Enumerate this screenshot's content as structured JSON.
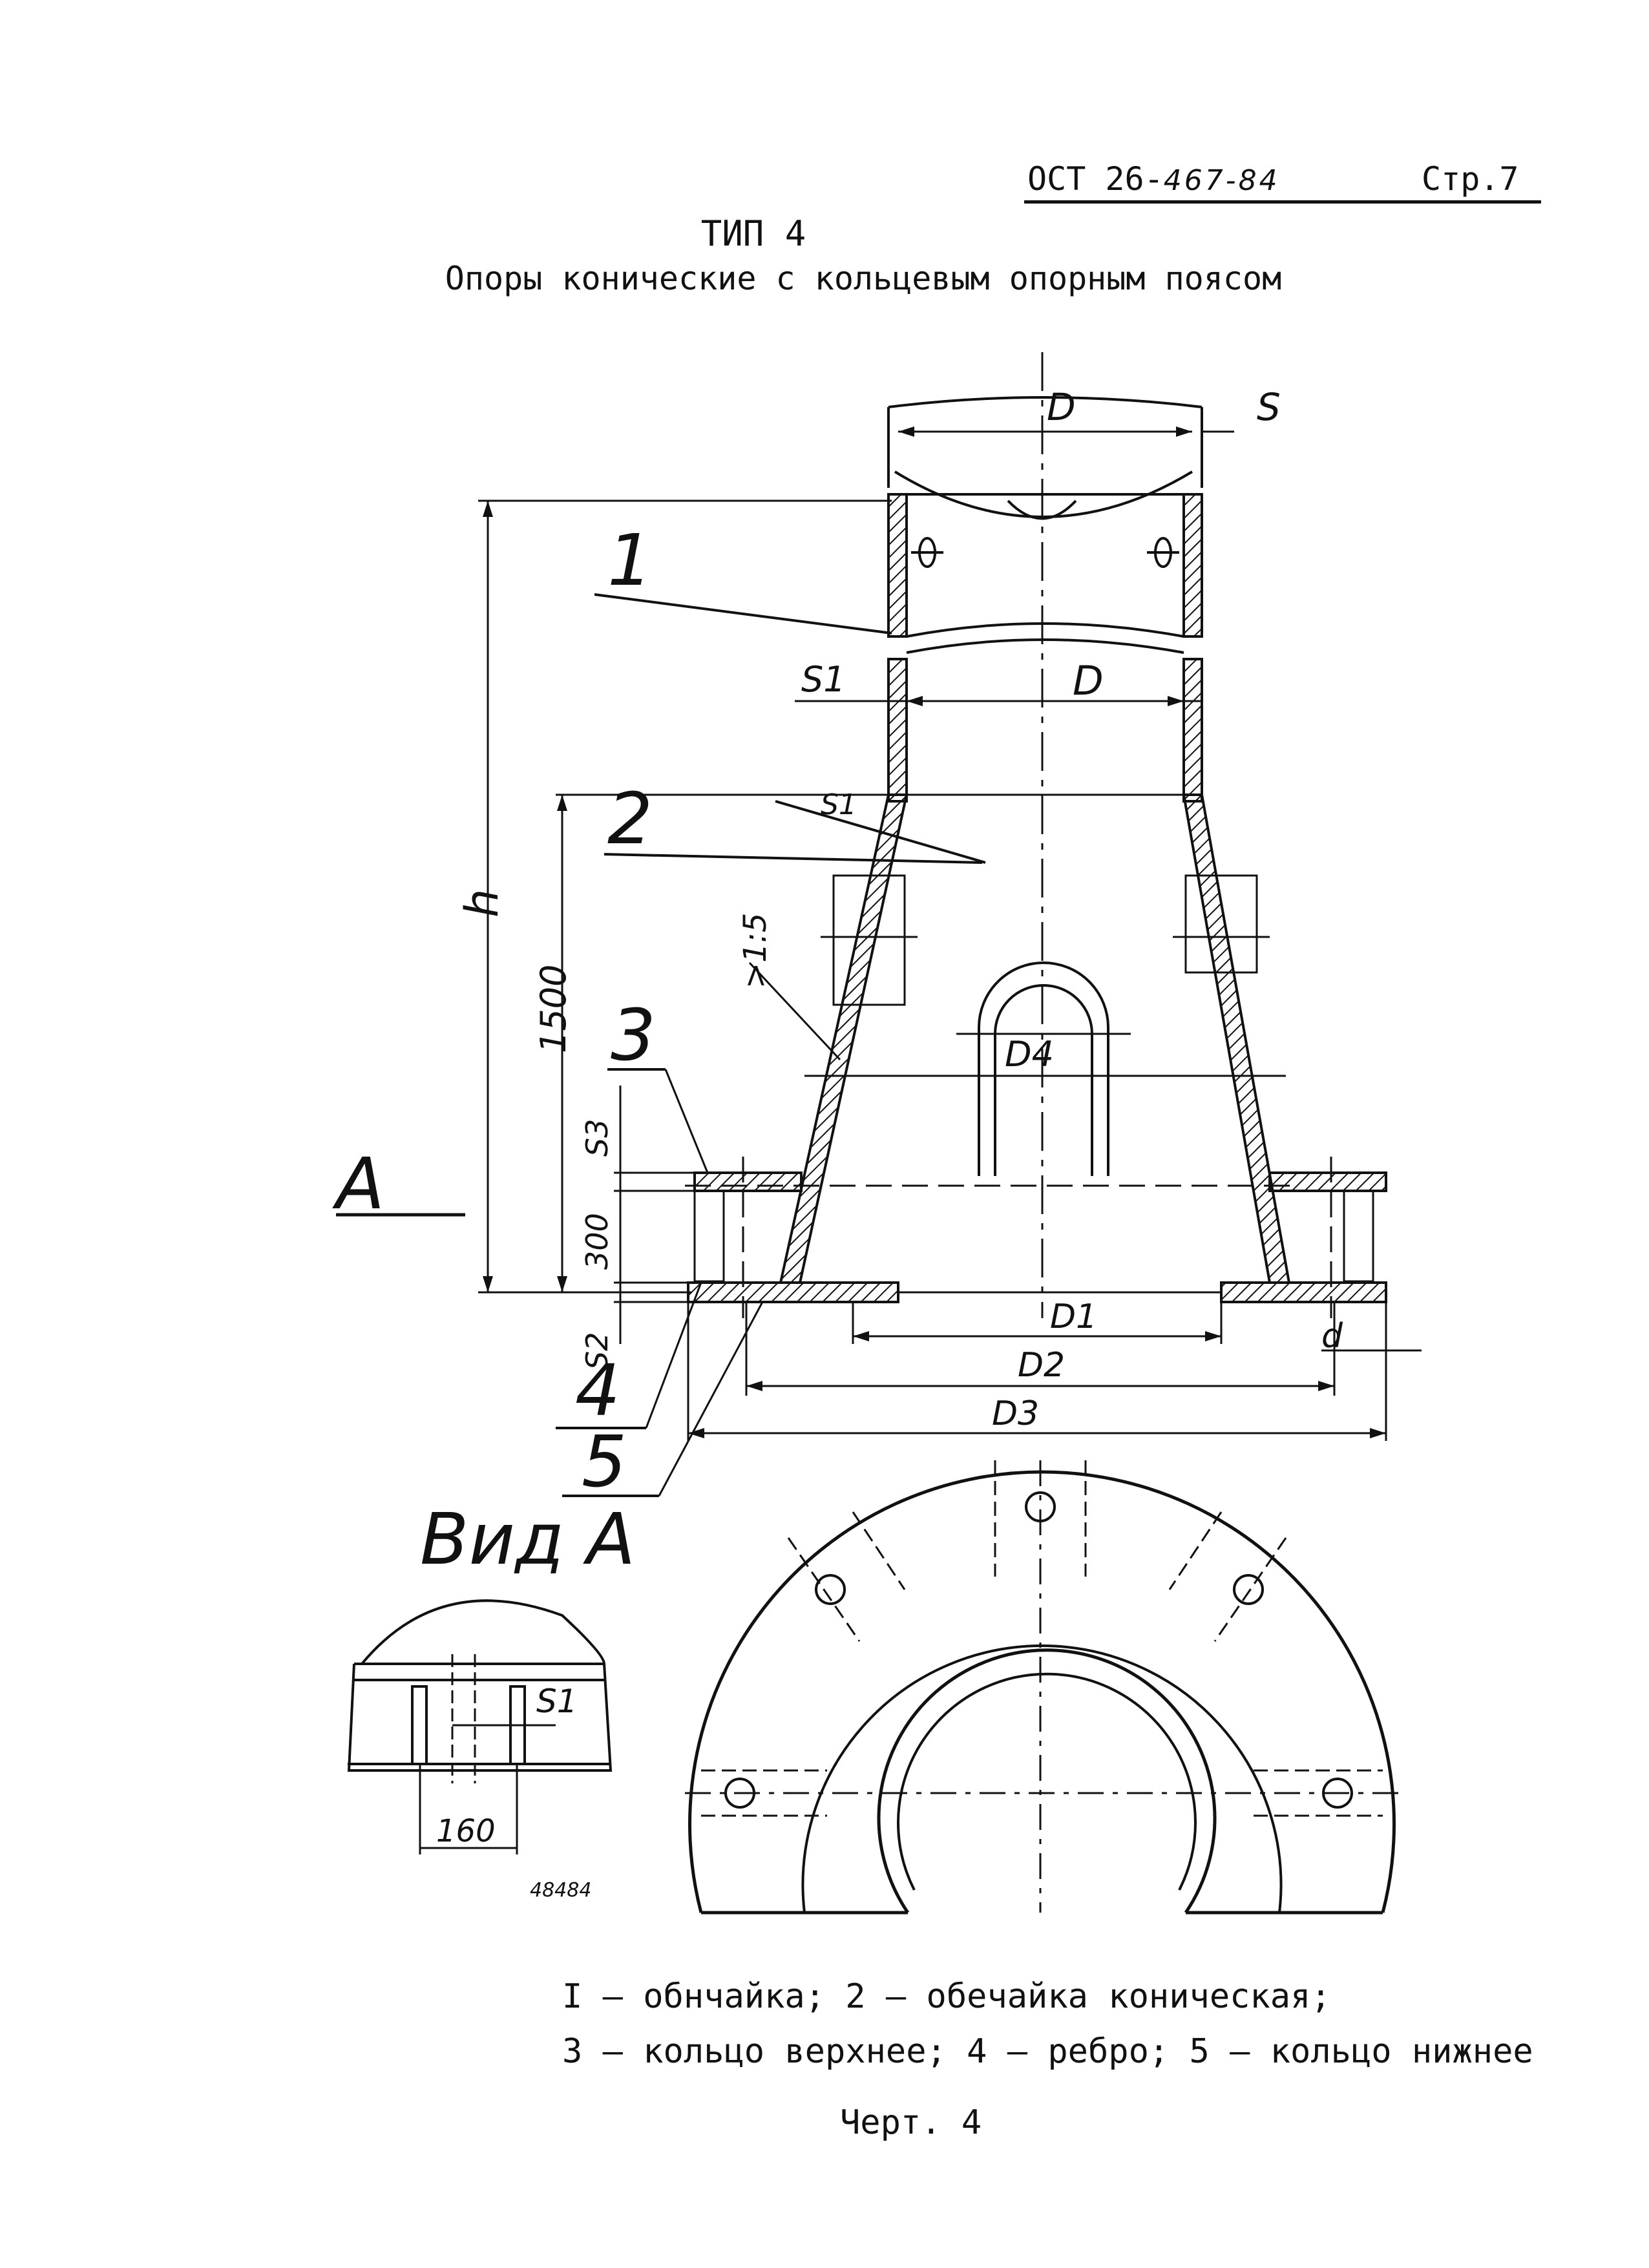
{
  "header": {
    "code_prefix": "ОСТ 26-",
    "code_number": "467-84",
    "page_label": "Стр.7"
  },
  "title": "ТИП  4",
  "subtitle": "Опоры конические с кольцевым опорным поясом",
  "drawing": {
    "labels": {
      "D": "D",
      "S": "S",
      "S1": "S1",
      "h": "h",
      "d1500": "1500",
      "d300": "300",
      "S2": "S2",
      "S3": "S3",
      "D1": "D1",
      "D2": "D2",
      "D3": "D3",
      "D4": "D4",
      "d": "d",
      "slope": ">1:5",
      "section": "A",
      "part1": "1",
      "part2": "2",
      "part3": "3",
      "part4": "4",
      "part5": "5"
    },
    "view_a": {
      "title": "Вид А",
      "s1": "S1",
      "width": "160"
    },
    "drawing_number": "48484"
  },
  "legend": {
    "line1": "I – обнчайка; 2 – обечайка коническая;",
    "line2": "3 – кольцо верхнее; 4 – ребро; 5 – кольцо нижнее"
  },
  "caption": "Черт. 4"
}
